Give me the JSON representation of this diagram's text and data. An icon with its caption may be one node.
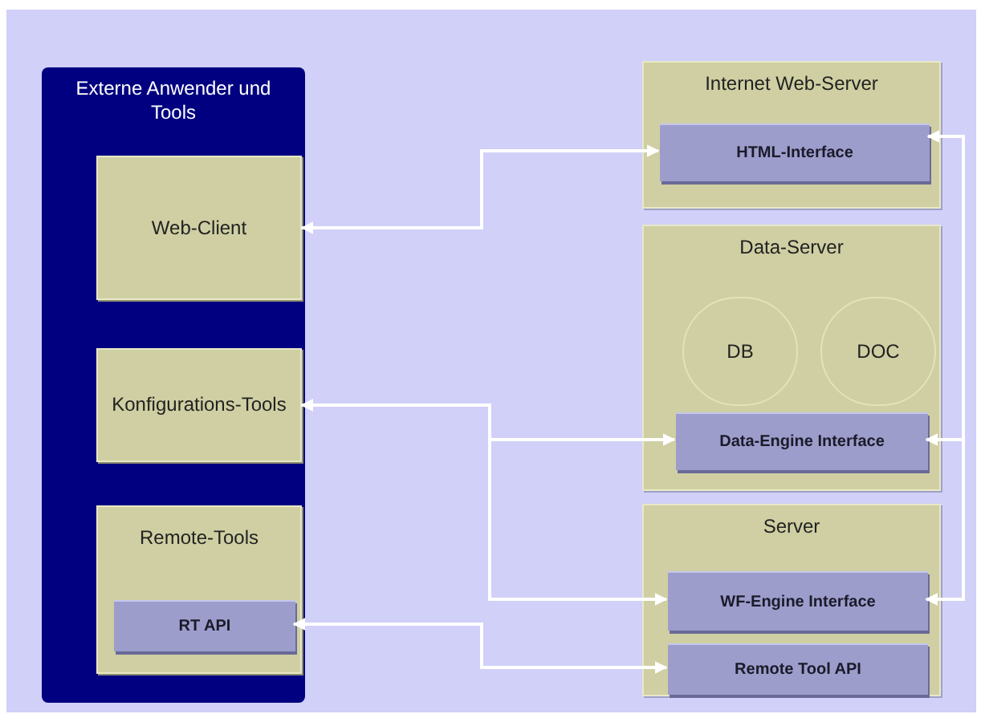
{
  "diagram": {
    "nodes": [
      {
        "text": [
          "Externe Anwender und Tools"
        ]
      },
      {
        "text": [
          "Web-Client"
        ],
        "in": 0
      },
      {
        "text": [
          "Konfigurations-Tools"
        ],
        "in": 0
      },
      {
        "text": [
          "Remote-Tools"
        ],
        "in": 0
      },
      {
        "text": [
          "RT API"
        ],
        "in": 3
      },
      {
        "text": [
          "Internet Web-Server"
        ]
      },
      {
        "text": [
          "HTML-Interface"
        ],
        "in": 5
      },
      {
        "text": [
          "Data-Server"
        ]
      },
      {
        "text": [
          "DB"
        ],
        "in": 7
      },
      {
        "text": [
          "DOC"
        ],
        "in": 7
      },
      {
        "text": [
          "Data-Engine Interface"
        ],
        "in": 7
      },
      {
        "text": [
          "Server"
        ]
      },
      {
        "text": [
          "WF-Engine Interface"
        ],
        "in": 11
      },
      {
        "text": [
          "Remote Tool API"
        ],
        "in": 11
      }
    ],
    "edges": [
      {
        "from": 6,
        "to": 1,
        "arrow": "both"
      },
      {
        "from": 2,
        "to": 10,
        "arrow": "both"
      },
      {
        "from": 2,
        "to": 12,
        "arrow": "both"
      },
      {
        "from": 4,
        "to": 13,
        "arrow": "both"
      },
      {
        "from": 12,
        "to": 6,
        "arrow": "both"
      },
      {
        "from": 12,
        "to": 10,
        "arrow": "both"
      }
    ]
  }
}
